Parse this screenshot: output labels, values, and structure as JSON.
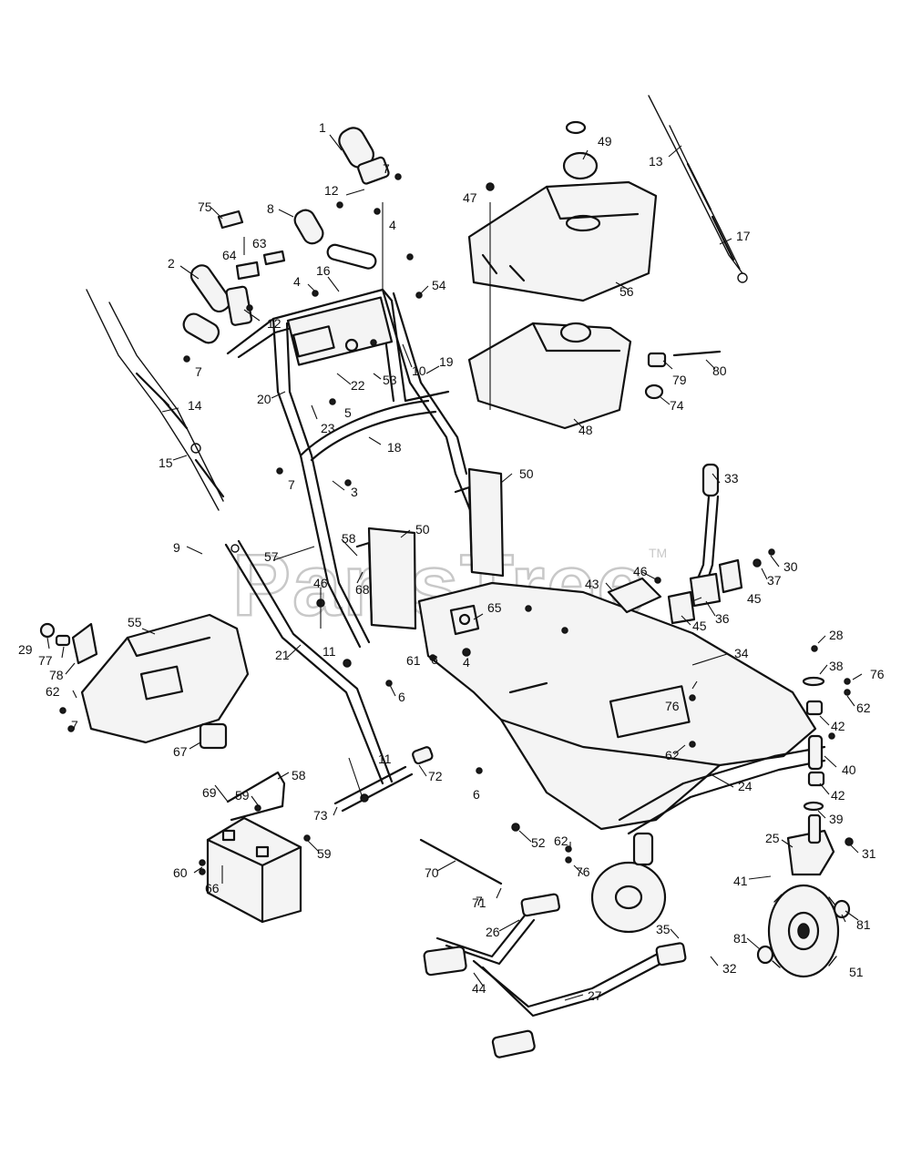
{
  "watermark": {
    "text": "PartsTree",
    "trademark": "TM"
  },
  "callouts": [
    {
      "id": "c1",
      "label": "1"
    },
    {
      "id": "c2",
      "label": "2"
    },
    {
      "id": "c3",
      "label": "3"
    },
    {
      "id": "c4a",
      "label": "4"
    },
    {
      "id": "c4b",
      "label": "4"
    },
    {
      "id": "c4c",
      "label": "4"
    },
    {
      "id": "c5",
      "label": "5"
    },
    {
      "id": "c6a",
      "label": "6"
    },
    {
      "id": "c6b",
      "label": "6"
    },
    {
      "id": "c6c",
      "label": "6"
    },
    {
      "id": "c7a",
      "label": "7"
    },
    {
      "id": "c7b",
      "label": "7"
    },
    {
      "id": "c7c",
      "label": "7"
    },
    {
      "id": "c7d",
      "label": "7"
    },
    {
      "id": "c7e",
      "label": "7"
    },
    {
      "id": "c8",
      "label": "8"
    },
    {
      "id": "c9",
      "label": "9"
    },
    {
      "id": "c10",
      "label": "10"
    },
    {
      "id": "c11a",
      "label": "11"
    },
    {
      "id": "c11b",
      "label": "11"
    },
    {
      "id": "c12a",
      "label": "12"
    },
    {
      "id": "c12b",
      "label": "12"
    },
    {
      "id": "c13",
      "label": "13"
    },
    {
      "id": "c14",
      "label": "14"
    },
    {
      "id": "c15",
      "label": "15"
    },
    {
      "id": "c16",
      "label": "16"
    },
    {
      "id": "c17",
      "label": "17"
    },
    {
      "id": "c18",
      "label": "18"
    },
    {
      "id": "c19",
      "label": "19"
    },
    {
      "id": "c20",
      "label": "20"
    },
    {
      "id": "c21",
      "label": "21"
    },
    {
      "id": "c22",
      "label": "22"
    },
    {
      "id": "c23",
      "label": "23"
    },
    {
      "id": "c24",
      "label": "24"
    },
    {
      "id": "c25",
      "label": "25"
    },
    {
      "id": "c26",
      "label": "26"
    },
    {
      "id": "c27",
      "label": "27"
    },
    {
      "id": "c28",
      "label": "28"
    },
    {
      "id": "c29",
      "label": "29"
    },
    {
      "id": "c30",
      "label": "30"
    },
    {
      "id": "c31",
      "label": "31"
    },
    {
      "id": "c32",
      "label": "32"
    },
    {
      "id": "c33",
      "label": "33"
    },
    {
      "id": "c34",
      "label": "34"
    },
    {
      "id": "c35",
      "label": "35"
    },
    {
      "id": "c36",
      "label": "36"
    },
    {
      "id": "c37",
      "label": "37"
    },
    {
      "id": "c38",
      "label": "38"
    },
    {
      "id": "c39",
      "label": "39"
    },
    {
      "id": "c40",
      "label": "40"
    },
    {
      "id": "c41",
      "label": "41"
    },
    {
      "id": "c42a",
      "label": "42"
    },
    {
      "id": "c42b",
      "label": "42"
    },
    {
      "id": "c43",
      "label": "43"
    },
    {
      "id": "c44",
      "label": "44"
    },
    {
      "id": "c45a",
      "label": "45"
    },
    {
      "id": "c45b",
      "label": "45"
    },
    {
      "id": "c46a",
      "label": "46"
    },
    {
      "id": "c46b",
      "label": "46"
    },
    {
      "id": "c47",
      "label": "47"
    },
    {
      "id": "c48",
      "label": "48"
    },
    {
      "id": "c49",
      "label": "49"
    },
    {
      "id": "c50a",
      "label": "50"
    },
    {
      "id": "c50b",
      "label": "50"
    },
    {
      "id": "c51",
      "label": "51"
    },
    {
      "id": "c52",
      "label": "52"
    },
    {
      "id": "c53",
      "label": "53"
    },
    {
      "id": "c54",
      "label": "54"
    },
    {
      "id": "c55",
      "label": "55"
    },
    {
      "id": "c56",
      "label": "56"
    },
    {
      "id": "c57",
      "label": "57"
    },
    {
      "id": "c58a",
      "label": "58"
    },
    {
      "id": "c58b",
      "label": "58"
    },
    {
      "id": "c59a",
      "label": "59"
    },
    {
      "id": "c59b",
      "label": "59"
    },
    {
      "id": "c60",
      "label": "60"
    },
    {
      "id": "c61",
      "label": "61"
    },
    {
      "id": "c62a",
      "label": "62"
    },
    {
      "id": "c62b",
      "label": "62"
    },
    {
      "id": "c62c",
      "label": "62"
    },
    {
      "id": "c62d",
      "label": "62"
    },
    {
      "id": "c63",
      "label": "63"
    },
    {
      "id": "c64",
      "label": "64"
    },
    {
      "id": "c65",
      "label": "65"
    },
    {
      "id": "c66",
      "label": "66"
    },
    {
      "id": "c67",
      "label": "67"
    },
    {
      "id": "c68",
      "label": "68"
    },
    {
      "id": "c69",
      "label": "69"
    },
    {
      "id": "c70",
      "label": "70"
    },
    {
      "id": "c71",
      "label": "71"
    },
    {
      "id": "c72",
      "label": "72"
    },
    {
      "id": "c73",
      "label": "73"
    },
    {
      "id": "c74",
      "label": "74"
    },
    {
      "id": "c75",
      "label": "75"
    },
    {
      "id": "c76a",
      "label": "76"
    },
    {
      "id": "c76b",
      "label": "76"
    },
    {
      "id": "c76c",
      "label": "76"
    },
    {
      "id": "c77",
      "label": "77"
    },
    {
      "id": "c78",
      "label": "78"
    },
    {
      "id": "c79",
      "label": "79"
    },
    {
      "id": "c80",
      "label": "80"
    },
    {
      "id": "c81a",
      "label": "81"
    },
    {
      "id": "c81b",
      "label": "81"
    }
  ]
}
